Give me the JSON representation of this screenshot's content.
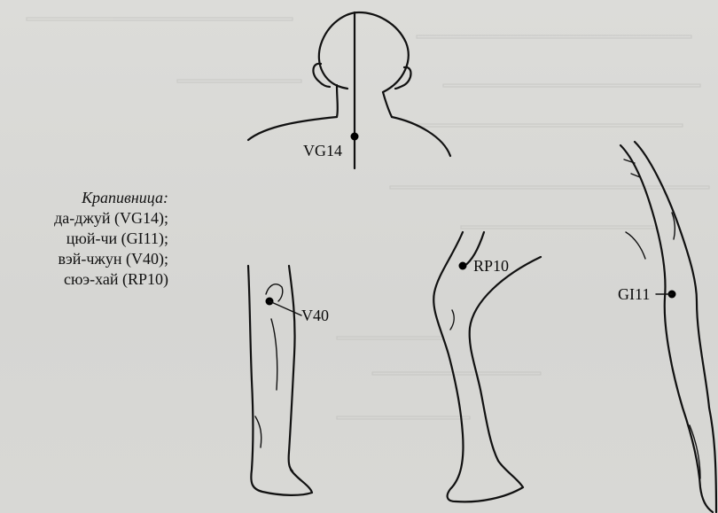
{
  "caption": {
    "title": "Крапивница:",
    "lines": [
      "да-джуй (VG14);",
      "цюй-чи (GI11);",
      "вэй-чжун (V40);",
      "сюэ-хай (RP10)"
    ]
  },
  "points": {
    "vg14": "VG14",
    "rp10": "RP10",
    "v40": "V40",
    "gi11": "GI11"
  },
  "figures": {
    "head": "head-back-view",
    "leg_back": "leg-back-view",
    "leg_side": "leg-side-view",
    "arm": "arm-side-view"
  },
  "colors": {
    "ink": "#111111",
    "paper": "#d9d9d6"
  }
}
